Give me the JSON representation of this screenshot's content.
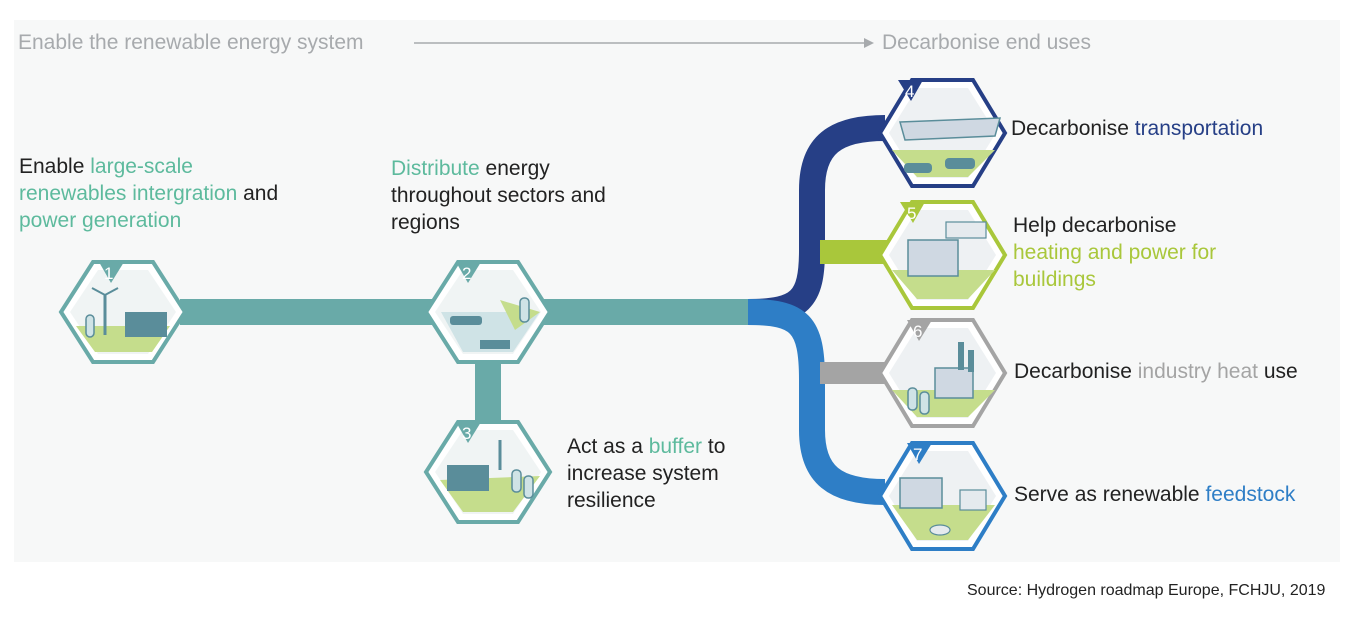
{
  "header": {
    "left": "Enable the renewable energy system",
    "right": "Decarbonise end uses"
  },
  "steps": [
    {
      "num": "1",
      "text_pre": "Enable ",
      "hl1": "large-scale renewables intergration",
      "mid": " and ",
      "hl2": "power generation"
    },
    {
      "num": "2",
      "hl": "Distribute",
      "text_post": " energy throughout sectors and regions"
    },
    {
      "num": "3",
      "text_pre": "Act as a ",
      "hl": "buffer",
      "text_post": " to increase system resilience"
    },
    {
      "num": "4",
      "text_pre": "Decarbonise ",
      "hl": "transportation"
    },
    {
      "num": "5",
      "text_pre": "Help decarbonise",
      "hl": "heating and power for buildings"
    },
    {
      "num": "6",
      "text_pre": "Decarbonise ",
      "hl": "industry heat",
      "text_post": " use"
    },
    {
      "num": "7",
      "text_pre": "Serve as renewable ",
      "hl": "feedstock"
    }
  ],
  "colors": {
    "teal_line": "#69aaa8",
    "teal_text": "#5dba9d",
    "navy": "#263f86",
    "lime": "#a9c73b",
    "gray": "#a4a4a4",
    "blue": "#2e7ec6"
  },
  "source": "Source: Hydrogen roadmap Europe, FCHJU, 2019"
}
